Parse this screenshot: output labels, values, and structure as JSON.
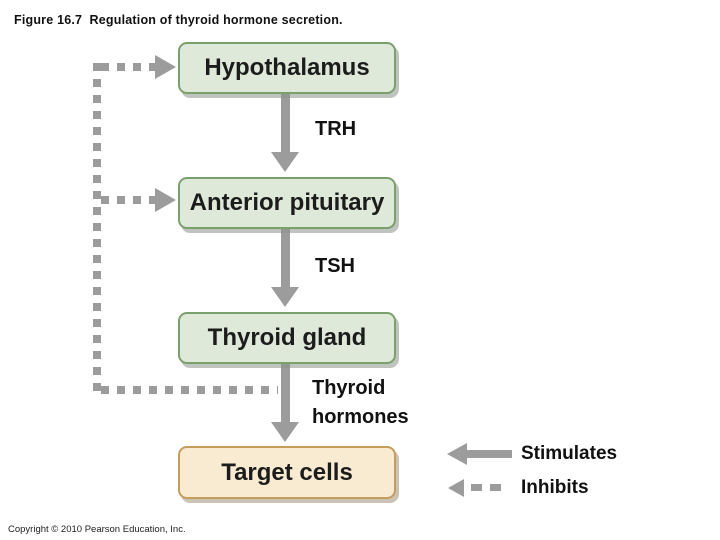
{
  "figure": {
    "title": "Figure 16.7  Regulation of thyroid hormone secretion.",
    "copyright": "Copyright © 2010 Pearson Education, Inc."
  },
  "flowchart": {
    "type": "feedback-loop-diagram",
    "nodes": {
      "hypothalamus": "Hypothalamus",
      "anterior_pituitary": "Anterior pituitary",
      "thyroid_gland": "Thyroid gland",
      "target_cells": "Target cells"
    },
    "hormones": {
      "trh": "TRH",
      "tsh": "TSH",
      "thyroid_hormones": "Thyroid hormones"
    },
    "edges": [
      {
        "from": "hypothalamus",
        "to": "anterior_pituitary",
        "label": "TRH",
        "type": "stimulates"
      },
      {
        "from": "anterior_pituitary",
        "to": "thyroid_gland",
        "label": "TSH",
        "type": "stimulates"
      },
      {
        "from": "thyroid_gland",
        "to": "target_cells",
        "label": "Thyroid hormones",
        "type": "stimulates"
      },
      {
        "from": "thyroid_hormones",
        "to": "hypothalamus",
        "type": "inhibits"
      },
      {
        "from": "thyroid_hormones",
        "to": "anterior_pituitary",
        "type": "inhibits"
      }
    ]
  },
  "legend": {
    "stimulates": "Stimulates",
    "inhibits": "Inhibits"
  },
  "colors": {
    "node_green_fill": "#dfe9da",
    "node_green_border": "#7aa06c",
    "node_tan_fill": "#f9ebd2",
    "node_tan_border": "#c49d5d",
    "arrow_gray": "#9c9c9c",
    "text": "#111111",
    "background": "#ffffff"
  }
}
